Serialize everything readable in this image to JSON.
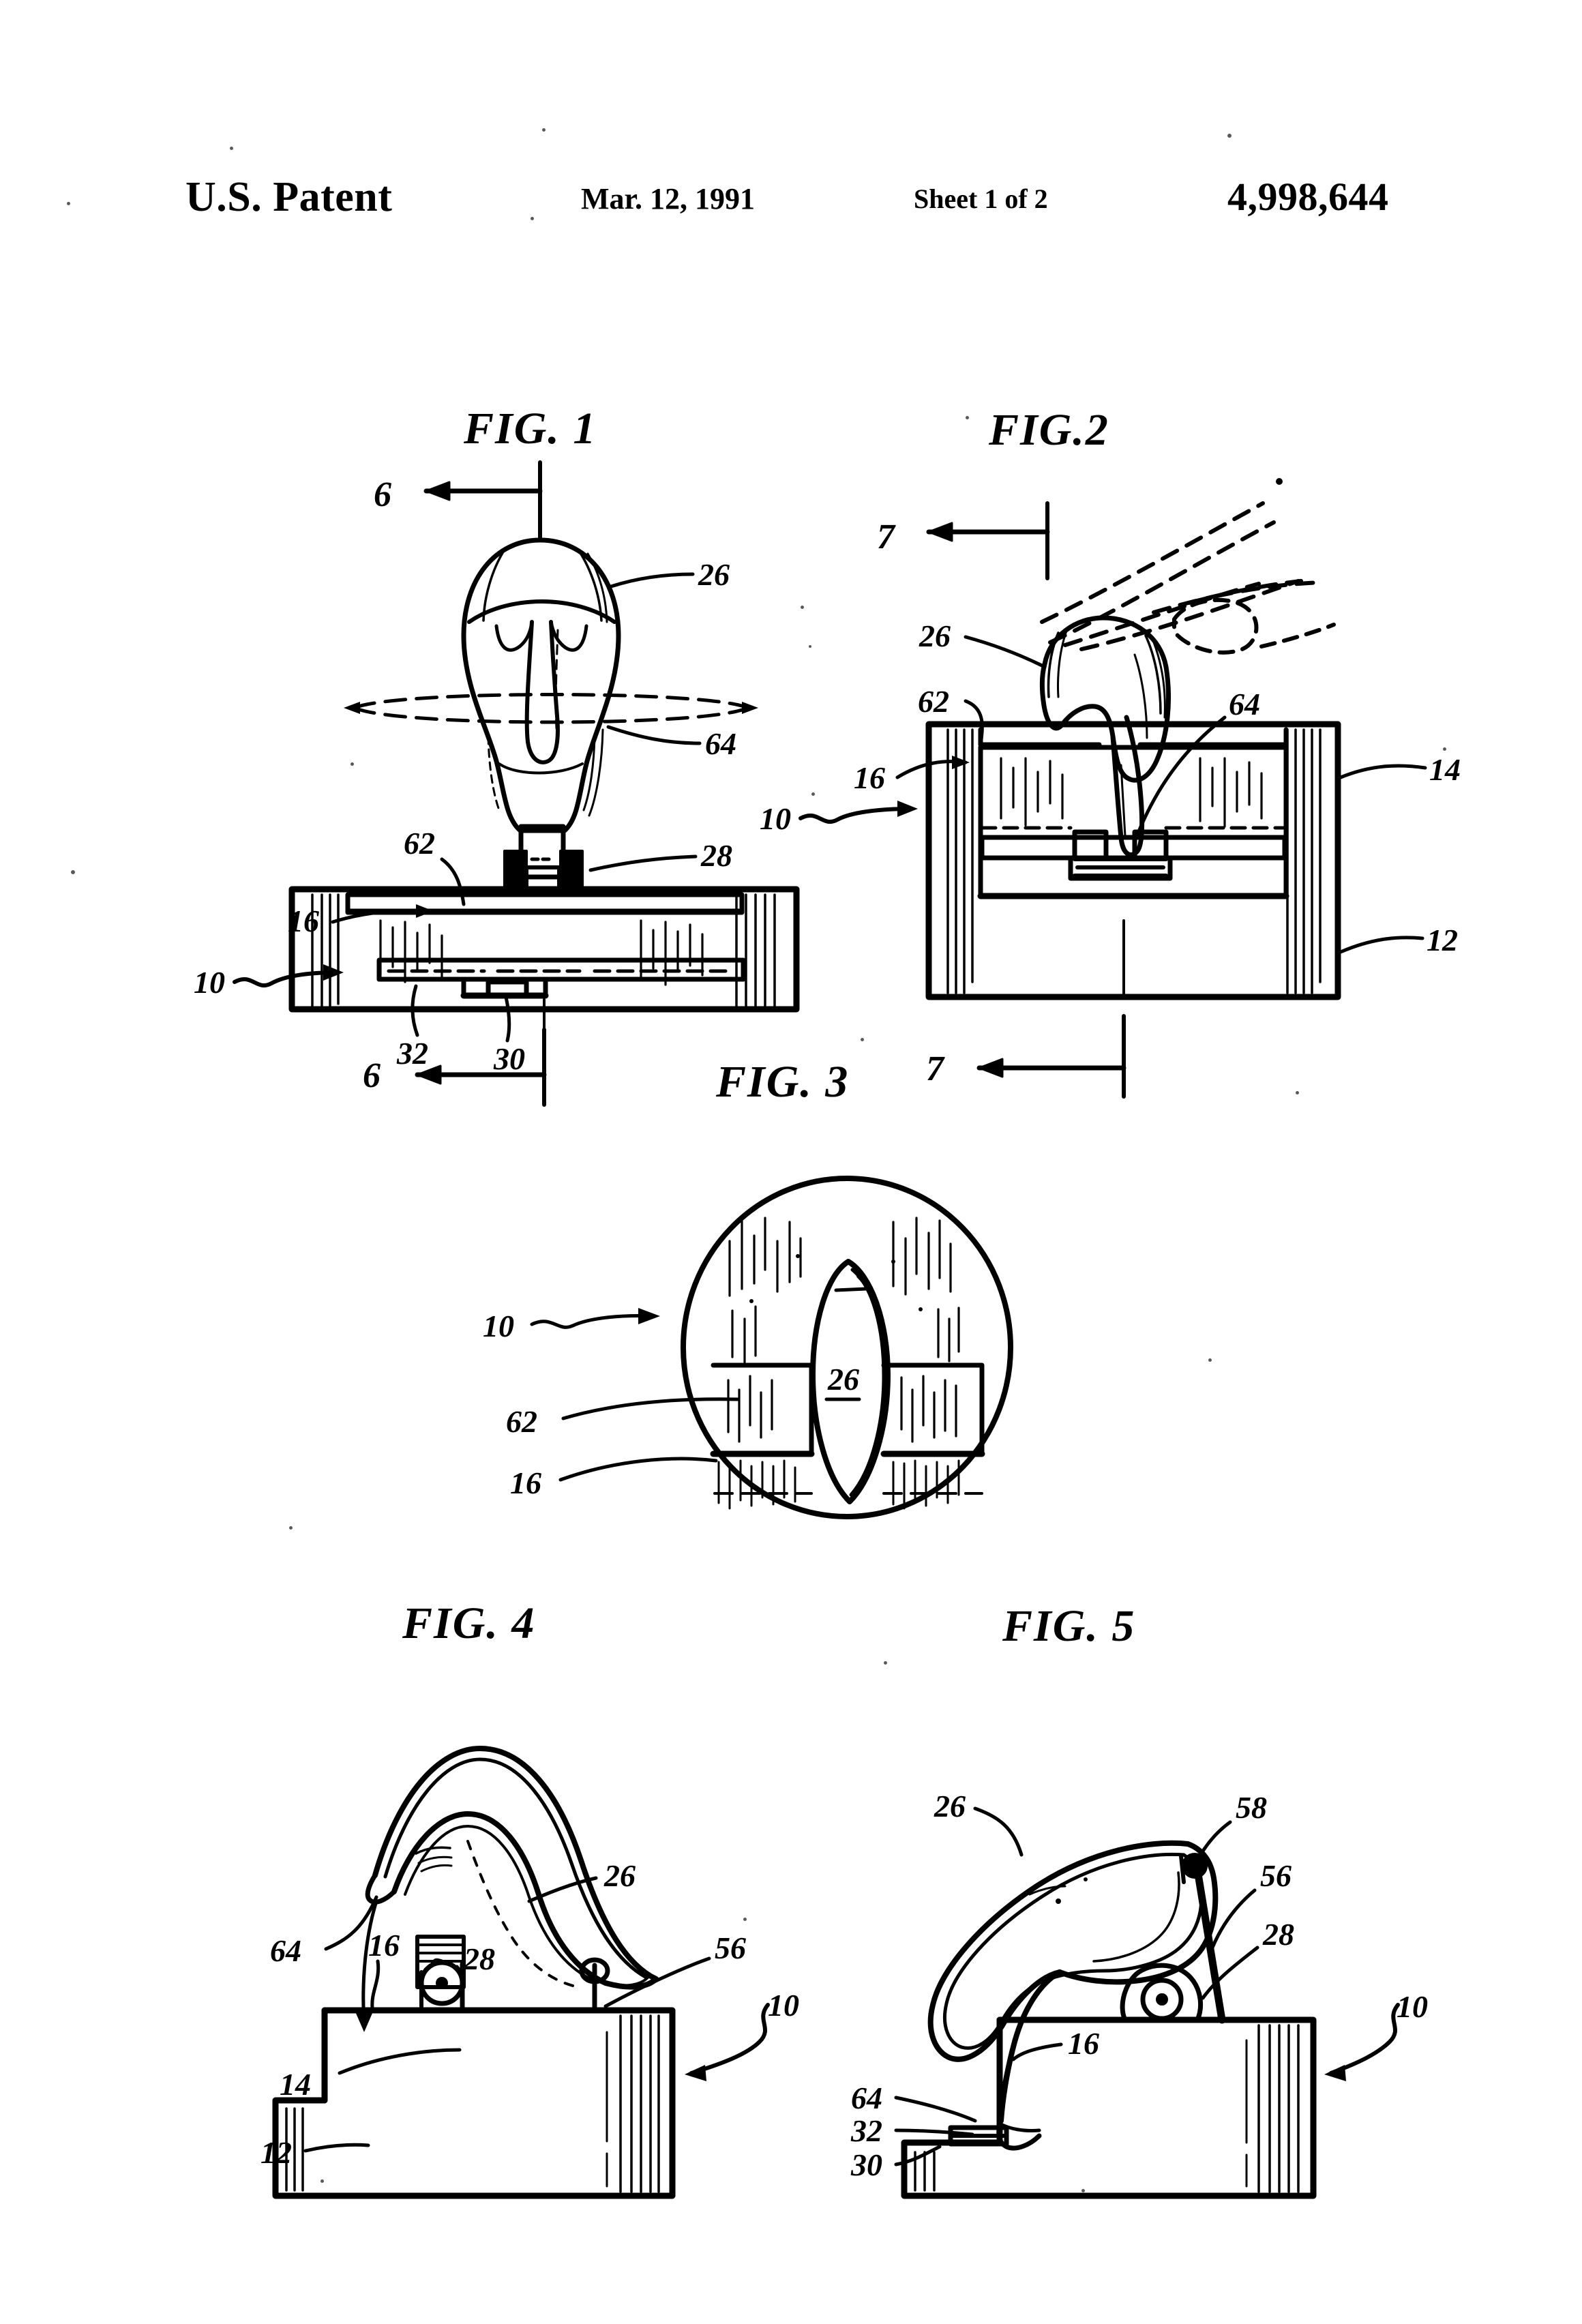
{
  "header": {
    "office": "U.S. Patent",
    "date": "Mar. 12, 1991",
    "sheet": "Sheet 1 of 2",
    "patent_number": "4,998,644"
  },
  "figures": [
    {
      "id": "fig1",
      "title": "FIG. 1",
      "view": "front elevation, closed position with section line 6-6",
      "section_marks": [
        "6",
        "6"
      ],
      "callouts": [
        "26",
        "64",
        "62",
        "28",
        "16",
        "10",
        "32",
        "30"
      ]
    },
    {
      "id": "fig2",
      "title": "FIG.2",
      "view": "front elevation, open position with section line 7-7 and phantom motion lines",
      "section_marks": [
        "7",
        "7"
      ],
      "callouts": [
        "26",
        "62",
        "64",
        "16",
        "14",
        "10",
        "12"
      ]
    },
    {
      "id": "fig3",
      "title": "FIG. 3",
      "view": "sectional plan view taken along line 6-6",
      "callouts": [
        "10",
        "62",
        "26",
        "16"
      ]
    },
    {
      "id": "fig4",
      "title": "FIG. 4",
      "view": "side elevation, closed position",
      "callouts": [
        "26",
        "64",
        "16",
        "28",
        "56",
        "10",
        "14",
        "12"
      ]
    },
    {
      "id": "fig5",
      "title": "FIG. 5",
      "view": "side elevation, open position",
      "callouts": [
        "26",
        "58",
        "56",
        "28",
        "10",
        "16",
        "64",
        "32",
        "30"
      ]
    }
  ],
  "fig1": {
    "title": "FIG. 1",
    "section_top": "6",
    "section_bottom": "6",
    "label_26": "26",
    "label_64": "64",
    "label_62": "62",
    "label_28": "28",
    "label_16": "16",
    "label_10": "10",
    "label_32": "32",
    "label_30": "30"
  },
  "fig2": {
    "title": "FIG.2",
    "section_top": "7",
    "section_bottom": "7",
    "label_26": "26",
    "label_62": "62",
    "label_64": "64",
    "label_16": "16",
    "label_14": "14",
    "label_10": "10",
    "label_12": "12"
  },
  "fig3": {
    "title": "FIG. 3",
    "label_10": "10",
    "label_62": "62",
    "label_26": "26",
    "label_16": "16"
  },
  "fig4": {
    "title": "FIG. 4",
    "label_26": "26",
    "label_64": "64",
    "label_16": "16",
    "label_28": "28",
    "label_56": "56",
    "label_10": "10",
    "label_14": "14",
    "label_12": "12"
  },
  "fig5": {
    "title": "FIG. 5",
    "label_26": "26",
    "label_58": "58",
    "label_56": "56",
    "label_28": "28",
    "label_10": "10",
    "label_16": "16",
    "label_64": "64",
    "label_32": "32",
    "label_30": "30"
  }
}
